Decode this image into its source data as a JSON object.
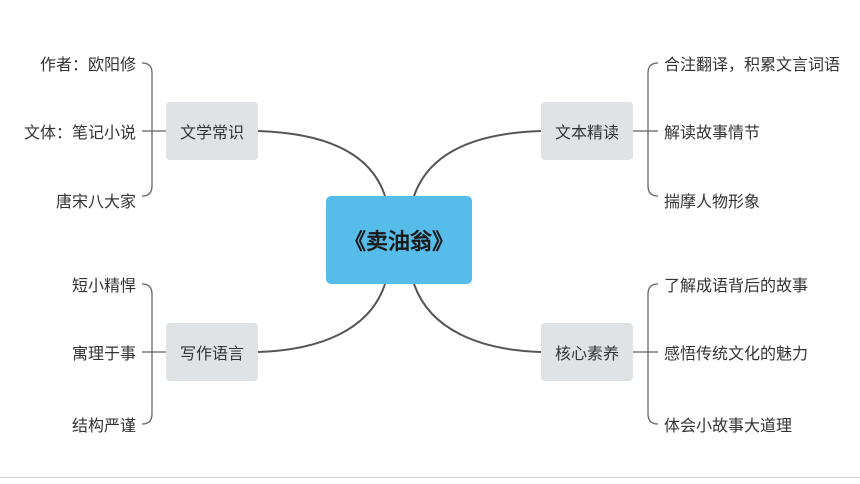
{
  "center": {
    "label": "《卖油翁》"
  },
  "branches": [
    {
      "label": "文学常识",
      "leaves": [
        "作者：欧阳修",
        "文体：笔记小说",
        "唐宋八大家"
      ]
    },
    {
      "label": "文本精读",
      "leaves": [
        "合注翻译，积累文言词语",
        "解读故事情节",
        "揣摩人物形象"
      ]
    },
    {
      "label": "写作语言",
      "leaves": [
        "短小精悍",
        "寓理于事",
        "结构严谨"
      ]
    },
    {
      "label": "核心素养",
      "leaves": [
        "了解成语背后的故事",
        "感悟传统文化的魅力",
        "体会小故事大道理"
      ]
    }
  ],
  "colors": {
    "center_fill": "#56bce9",
    "branch_fill": "#dfe3e6",
    "line": "#555555"
  }
}
